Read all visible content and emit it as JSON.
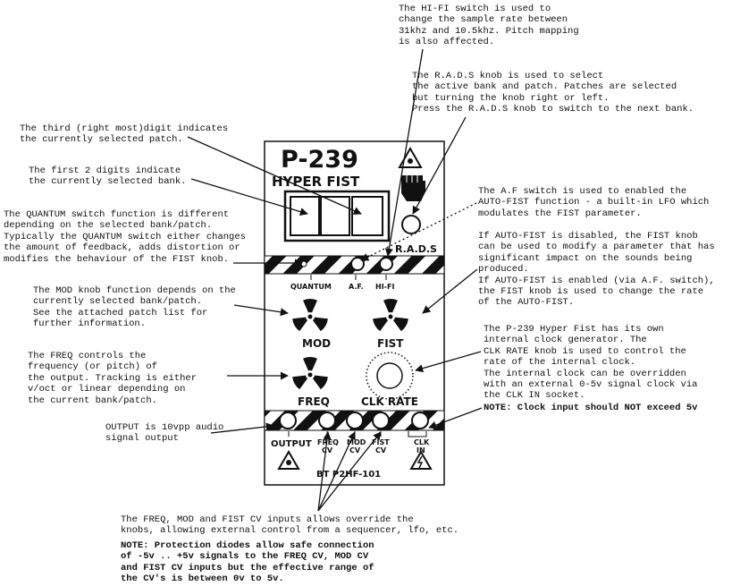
{
  "panel": {
    "title": "P-239",
    "subtitle": "HYPER FIST",
    "rads_label": "R.A.D.S",
    "switch_labels": [
      "QUANTUM",
      "A.F.",
      "HI-FI"
    ],
    "knob_labels": {
      "mod": "MOD",
      "fist": "FIST",
      "freq": "FREQ",
      "clk_rate": "CLK RATE"
    },
    "jack_labels": [
      {
        "l1": "OUTPUT",
        "l2": ""
      },
      {
        "l1": "FREQ",
        "l2": "CV"
      },
      {
        "l1": "MOD",
        "l2": "CV"
      },
      {
        "l1": "FIST",
        "l2": "CV"
      },
      {
        "l1": "CLK",
        "l2": "IN"
      }
    ],
    "footer": "BT P2HF-101"
  },
  "notes": {
    "hifi": "The HI-FI switch is used to\nchange the sample rate between\n31khz and 10.5khz. Pitch mapping\nis also affected.",
    "rads": "The R.A.D.S knob is used to select\nthe active bank and patch. Patches are selected\nbut turning the knob right or left.\nPress the R.A.D.S knob to switch to the next bank.",
    "third_digit": "The third (right most)digit indicates\nthe currently selected patch.",
    "first_digits": "The first 2 digits indicate\nthe currently selected bank.",
    "quantum": "The QUANTUM switch function is different\ndepending on the selected bank/patch.\nTypically the QUANTUM switch either changes\nthe amount of feedback, adds distortion or\nmodifies the behaviour of the FIST knob.",
    "af": "The A.F switch is used to enabled the\nAUTO-FIST function - a built-in LFO which\nmodulates the FIST parameter.",
    "autofist": "If AUTO-FIST is disabled, the FIST knob\ncan be used to modify a parameter that has\nsignificant impact on the sounds being\nproduced.\nIf AUTO-FIST is enabled (via A.F. switch),\nthe FIST knob is used to change the rate\nof the AUTO-FIST.",
    "mod": "The MOD knob function depends on the\ncurrently selected bank/patch.\nSee the attached patch list for\nfurther information.",
    "clock": "The P-239 Hyper Fist has its own\ninternal clock generator. The\nCLK RATE knob is used to control the\nrate of the internal clock.\nThe internal clock can be overridden\nwith an external 0-5v signal clock via\nthe CLK IN socket.",
    "clock_note": "NOTE: Clock input should NOT exceed 5v",
    "freq": "The FREQ controls the\nfrequency (or pitch) of\nthe output. Tracking is either\nv/oct or linear depending on\nthe current bank/patch.",
    "output": "OUTPUT is 10vpp audio\nsignal output",
    "cv": "The FREQ, MOD and FIST CV inputs allows override the\nknobs, allowing external control from a sequencer, lfo, etc.",
    "cv_note": "NOTE: Protection diodes allow safe connection\nof -5v .. +5v signals to the FREQ CV, MOD CV\nand FIST CV inputs but the effective range of\nthe CV's is between 0v to 5v."
  }
}
